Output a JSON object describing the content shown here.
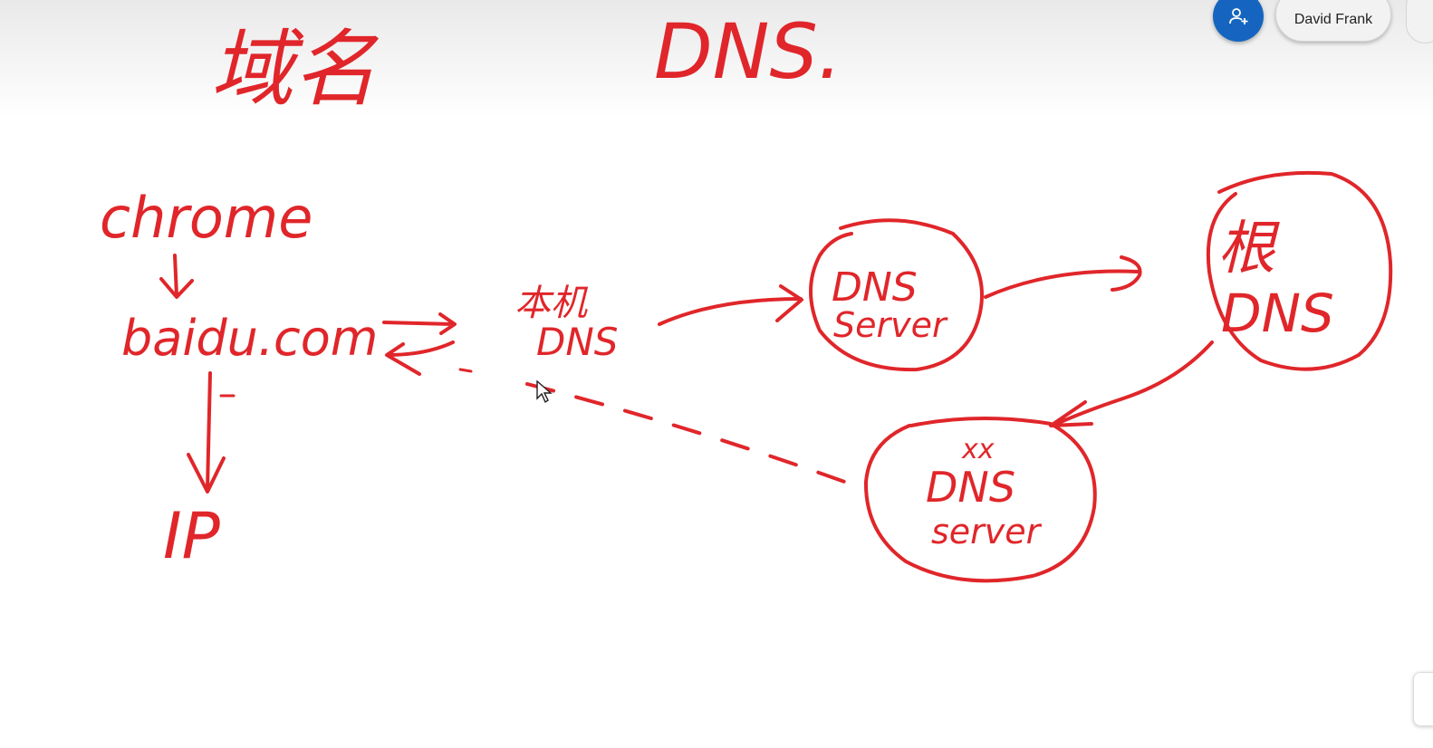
{
  "header": {
    "share_icon": "person-add-icon",
    "user_name": "David Frank",
    "accent": "#1565c0"
  },
  "whiteboard": {
    "ink_color": "#e0262a",
    "title_chinese": "域名",
    "title_dns": "DNS.",
    "browser": "chrome",
    "domain": "baidu.com",
    "ip": "IP",
    "local_dns_line1": "本机",
    "local_dns_line2": "DNS",
    "dns_server_line1": "DNS",
    "dns_server_line2": "Server",
    "root_dns_line1": "根",
    "root_dns_line2": "DNS",
    "xx_dns_line0": "xx",
    "xx_dns_line1": "DNS",
    "xx_dns_line2": "server"
  }
}
